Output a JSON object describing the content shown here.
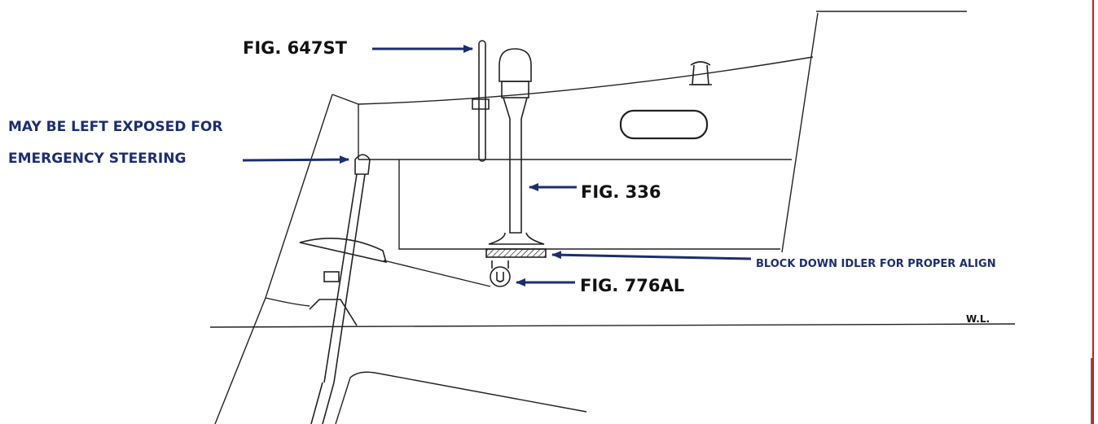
{
  "labels": {
    "fig_647st": "FIG. 647ST",
    "exposed_line1": "MAY BE LEFT EXPOSED FOR",
    "exposed_line2": "EMERGENCY STEERING",
    "fig_336": "FIG. 336",
    "block_down": "BLOCK DOWN IDLER FOR PROPER ALIGN",
    "fig_776al": "FIG. 776AL",
    "waterline": "W.L."
  },
  "colors": {
    "label_navy": "#1c2e6f",
    "arrow_navy": "#1c2e6f",
    "line_art": "#222222",
    "frame_border": "#d11a1a"
  }
}
